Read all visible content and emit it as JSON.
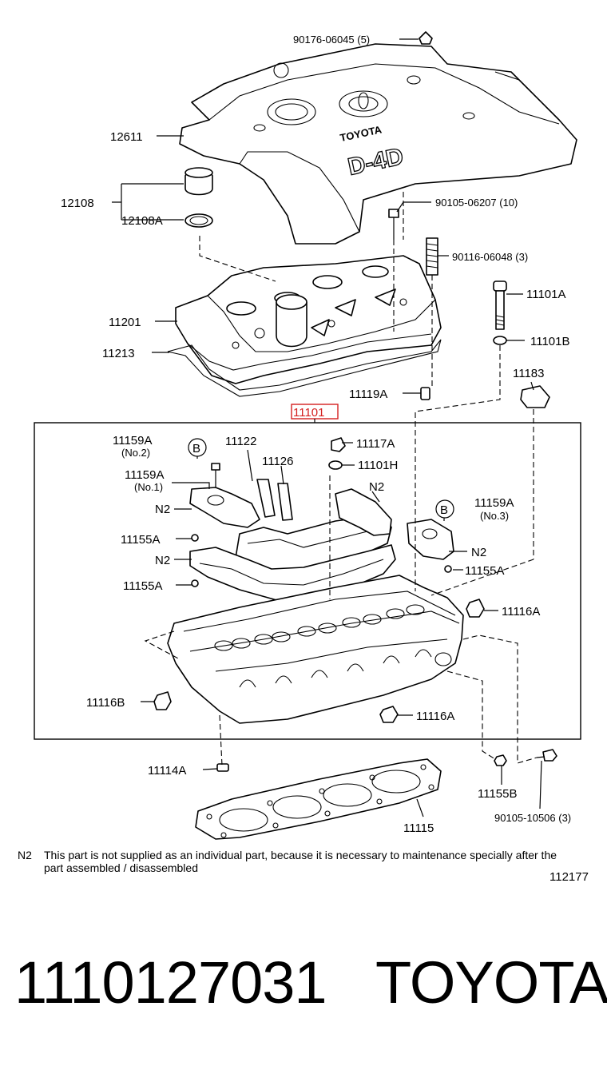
{
  "diagram": {
    "cover_text": "TOYOTA",
    "engine_badge": "D-4D",
    "highlighted_part": "11101",
    "labels": [
      "90176-06045 (5)",
      "12611",
      "12108",
      "12108A",
      "90105-06207 (10)",
      "90116-06048 (3)",
      "11101A",
      "11201",
      "11101B",
      "11213",
      "11183",
      "11119A",
      "11159A",
      "(No.2)",
      "11122",
      "11117A",
      "11126",
      "11101H",
      "11159A",
      "(No.1)",
      "N2",
      "N2",
      "11159A",
      "(No.3)",
      "11155A",
      "N2",
      "N2",
      "11155A",
      "11155A",
      "11116A",
      "11116B",
      "11116A",
      "11114A",
      "11155B",
      "11115",
      "90105-10506 (3)"
    ],
    "circle_marks": [
      "B",
      "B"
    ]
  },
  "note": {
    "key": "N2",
    "text": "This part is not supplied as an individual part, because it is necessary to maintenance specially after the part assembled / disassembled"
  },
  "reference_number": "112177",
  "footer": {
    "part_number": "1110127031",
    "brand": "TOYOTA"
  },
  "colors": {
    "highlight": "#d42020",
    "ink": "#000000",
    "background": "#ffffff"
  }
}
